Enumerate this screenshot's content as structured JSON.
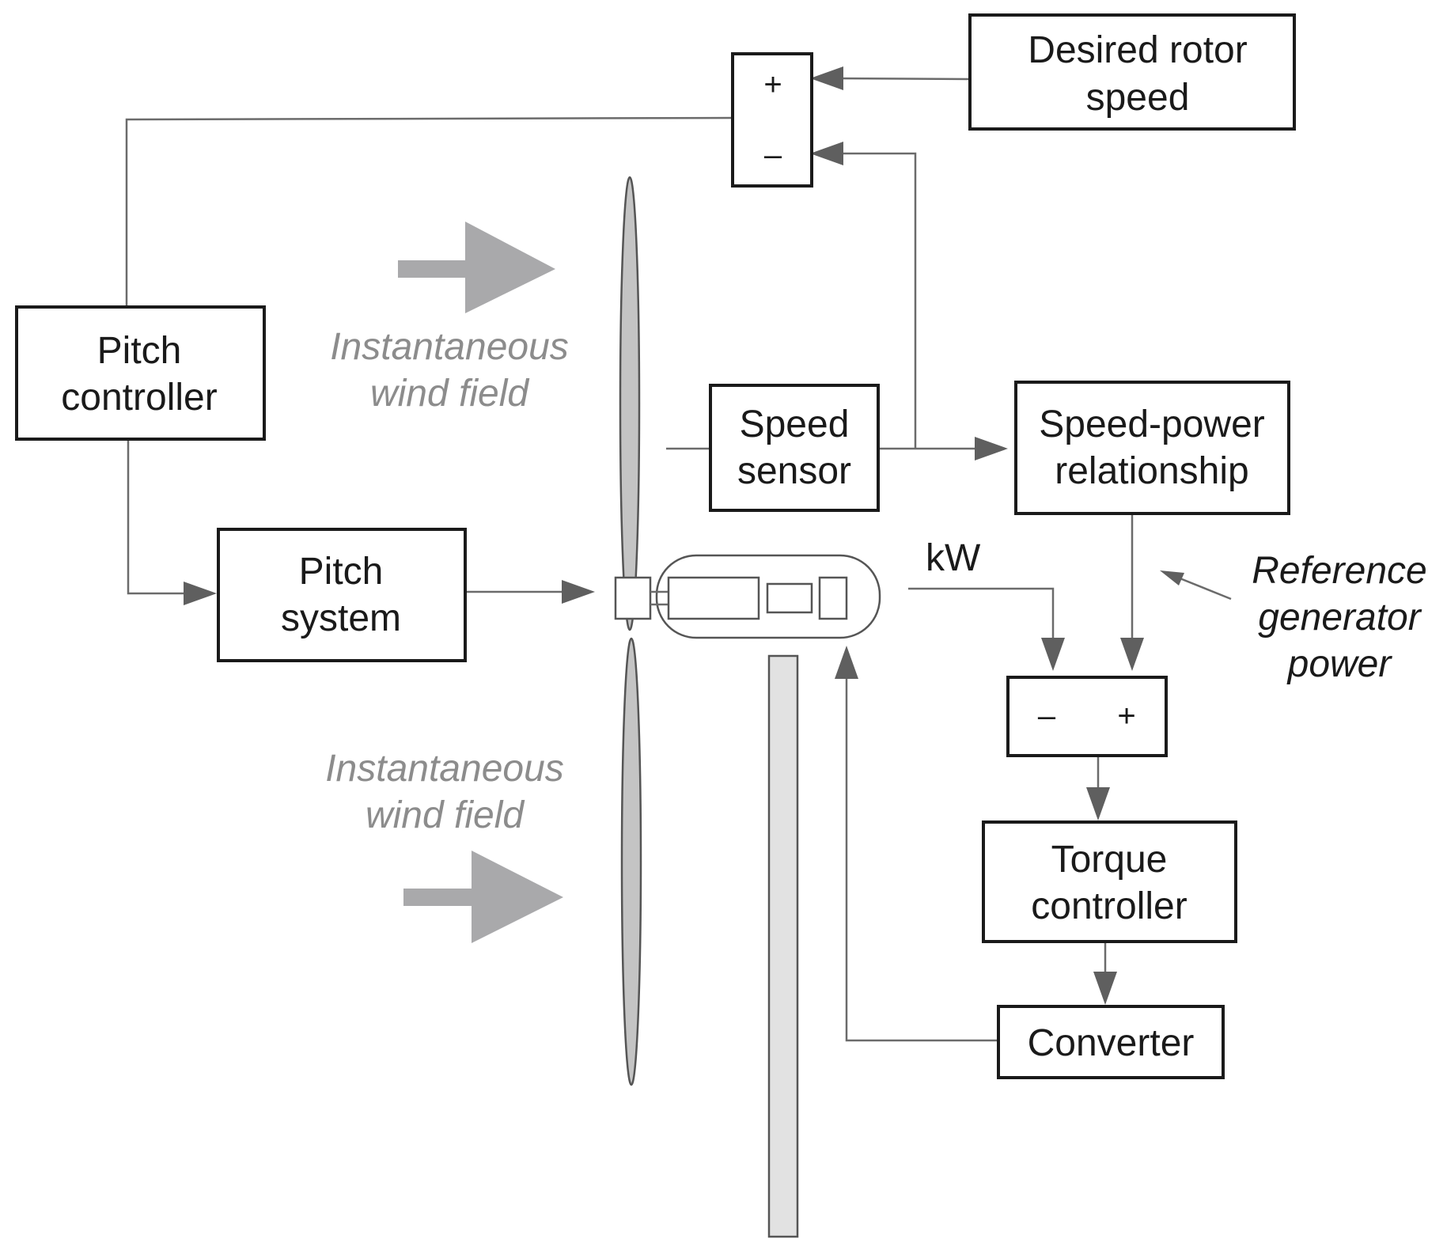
{
  "blocks": {
    "desired_rotor_speed": [
      "Desired rotor",
      "speed"
    ],
    "pitch_controller": [
      "Pitch",
      "controller"
    ],
    "pitch_system": [
      "Pitch",
      "system"
    ],
    "speed_sensor": [
      "Speed",
      "sensor"
    ],
    "speed_power_relationship": [
      "Speed-power",
      "relationship"
    ],
    "torque_controller": [
      "Torque",
      "controller"
    ],
    "converter": "Converter"
  },
  "summing_junctions": {
    "speed_error": {
      "plus": "+",
      "minus": "–"
    },
    "power_error": {
      "minus": "–",
      "plus": "+"
    }
  },
  "labels": {
    "wind_field_top": [
      "Instantaneous",
      "wind field"
    ],
    "wind_field_bottom": [
      "Instantaneous",
      "wind field"
    ],
    "kw": "kW",
    "reference_generator_power": [
      "Reference",
      "generator",
      "power"
    ]
  },
  "colors": {
    "block_stroke": "#1a1a1a",
    "signal_line": "#6b6b6b",
    "wind_text": "#8c8c8c",
    "wind_arrow": "#a9a9ab",
    "blade_fill": "#c4c4c4",
    "tower_fill": "#e2e2e2"
  }
}
